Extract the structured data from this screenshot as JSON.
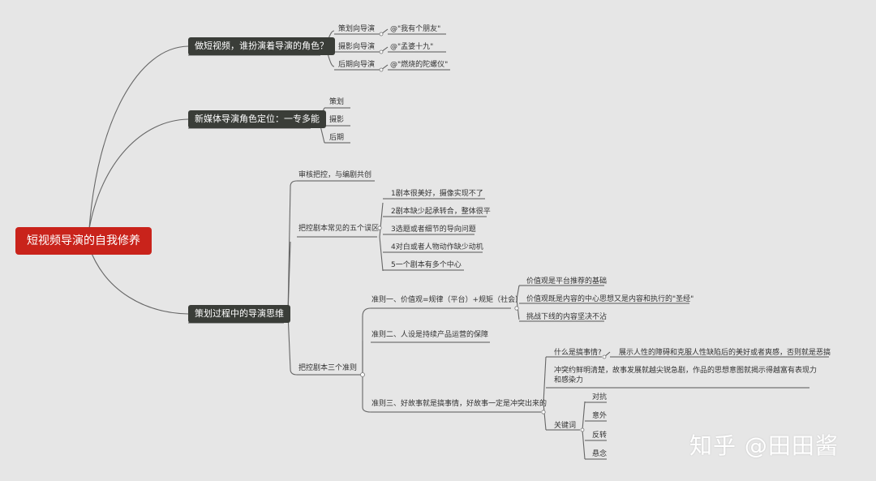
{
  "root": {
    "label": "短视频导演的自我修养"
  },
  "branch1": {
    "label": "做短视频，谁扮演着导演的角色？",
    "items": [
      {
        "role": "策划向导演",
        "example": "@\"我有个朋友\""
      },
      {
        "role": "摄影向导演",
        "example": "@\"孟婆十九\""
      },
      {
        "role": "后期向导演",
        "example": "@\"燃烧的陀螺仪\""
      }
    ]
  },
  "branch2": {
    "label": "新媒体导演角色定位：一专多能",
    "items": [
      "策划",
      "摄影",
      "后期"
    ]
  },
  "branch3": {
    "label": "策划过程中的导演思维",
    "review": "审核把控，与编剧共创",
    "mistakes": {
      "label": "把控剧本常见的五个误区",
      "items": [
        "1剧本很美好，摄像实现不了",
        "2剧本缺少起承转合，整体很平",
        "3选题或者细节的导向问题",
        "4对白或者人物动作缺少动机",
        "5一个剧本有多个中心"
      ]
    },
    "rules": {
      "label": "把控剧本三个准则",
      "rule1": {
        "label": "准则一、价值观=规律（平台）+规矩（社会）",
        "items": [
          "价值观是平台推荐的基础",
          "价值观既是内容的中心思想又是内容和执行的\"圣经\"",
          "挑战下线的内容坚决不沾"
        ]
      },
      "rule2": {
        "label": "准则二、人设是持续产品运营的保障"
      },
      "rule3": {
        "label": "准则三、好故事就是搞事情，好故事一定是冲突出来的",
        "what": "什么是搞事情?",
        "what_answer": "展示人性的障碍和克服人性缺陷后的美好或者爽感，否则就是恶搞",
        "conflict": "冲突约鲜明清楚，故事发展就越尖锐急剧，作品的思想意图就揭示得越富有表现力和感染力",
        "keywords_label": "关键词",
        "keywords": [
          "对抗",
          "意外",
          "反转",
          "悬念"
        ]
      }
    }
  },
  "watermark": "知乎 @田田酱"
}
